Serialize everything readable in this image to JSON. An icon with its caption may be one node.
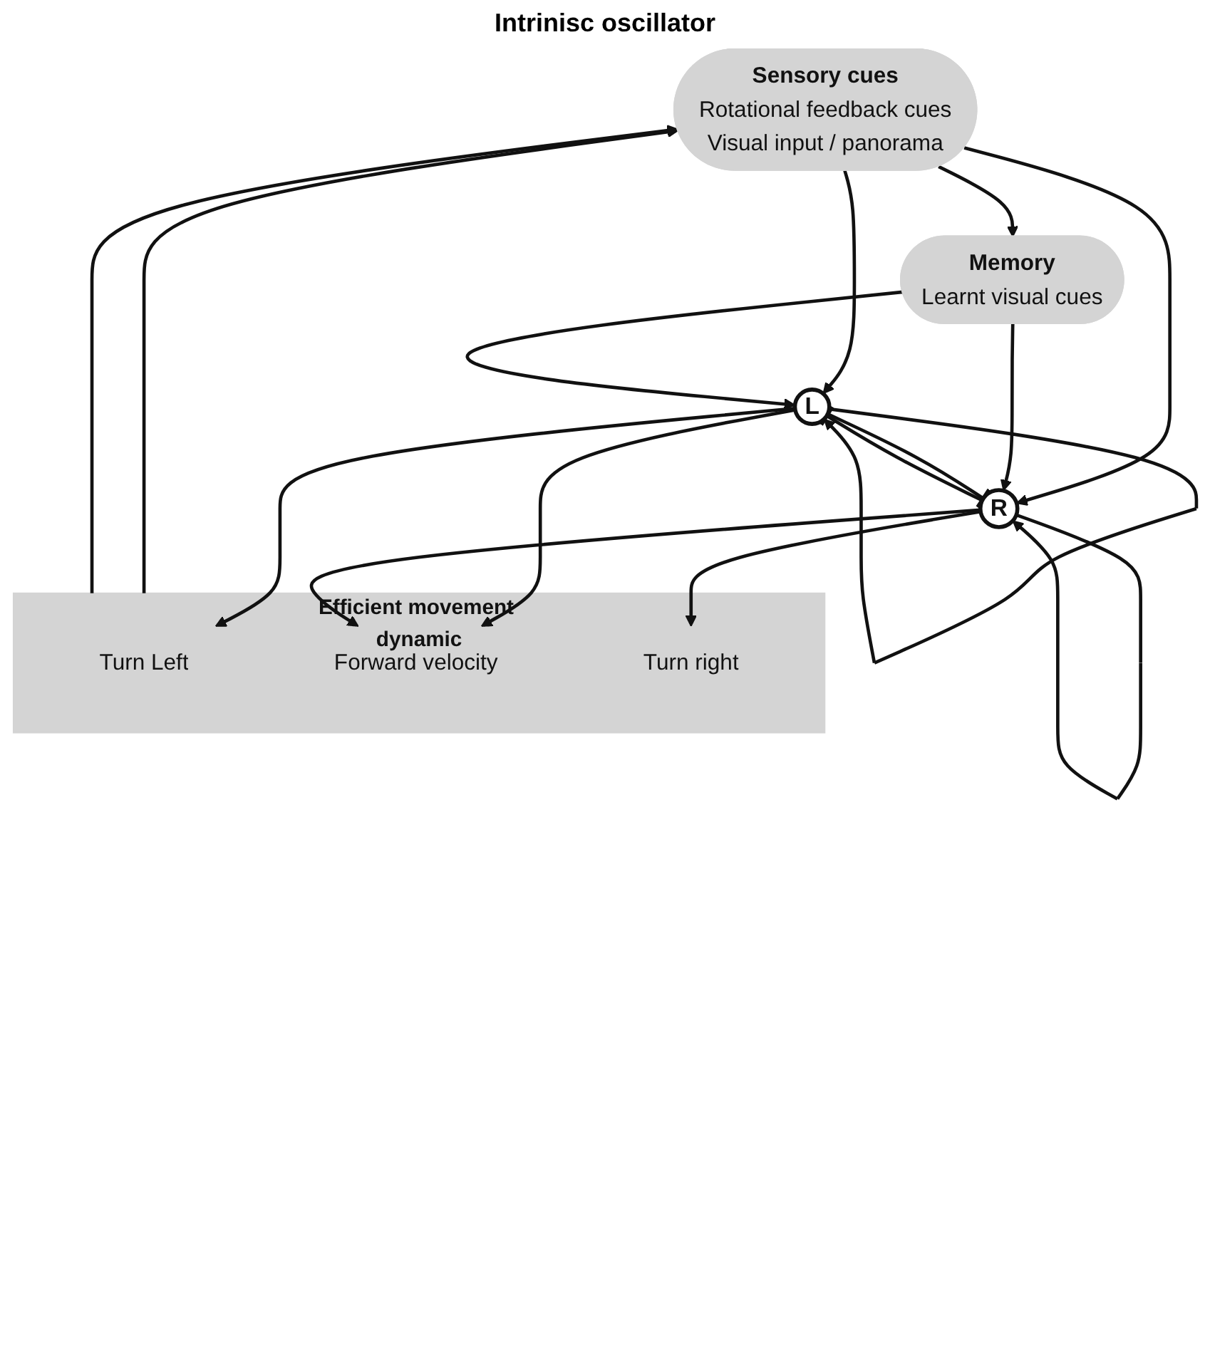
{
  "diagram": {
    "nodes": [
      {
        "text": [
          "Sensory cues",
          "Rotational feedback cues",
          "Visual input / panorama"
        ]
      },
      {
        "text": [
          "Memory",
          "Learnt visual cues"
        ]
      },
      {
        "text": [
          "L"
        ]
      },
      {
        "text": [
          "R"
        ]
      },
      {
        "text": [
          "Efficient movement dynamic"
        ]
      },
      {
        "text": [
          "Turn Left"
        ],
        "in": 4
      },
      {
        "text": [
          "Forward velocity"
        ],
        "in": 4
      },
      {
        "text": [
          "Turn right"
        ],
        "in": 4
      }
    ],
    "edges": [
      {
        "from": 0,
        "to": 1,
        "arrow": "to"
      },
      {
        "from": 0,
        "to": 2,
        "arrow": "to"
      },
      {
        "from": 0,
        "to": 3,
        "arrow": "to"
      },
      {
        "from": 1,
        "to": 2,
        "arrow": "to"
      },
      {
        "from": 1,
        "to": 3,
        "arrow": "to"
      },
      {
        "from": 2,
        "to": 3,
        "arrow": "other"
      },
      {
        "from": 3,
        "to": 2,
        "arrow": "other"
      },
      {
        "from": 2,
        "to": 2,
        "arrow": "to"
      },
      {
        "from": 3,
        "to": 3,
        "arrow": "to"
      },
      {
        "from": 2,
        "to": 5,
        "arrow": "to"
      },
      {
        "from": 2,
        "to": 6,
        "arrow": "to"
      },
      {
        "from": 3,
        "to": 6,
        "arrow": "to"
      },
      {
        "from": 3,
        "to": 7,
        "arrow": "to"
      },
      {
        "from": 4,
        "to": 0,
        "arrow": "to"
      },
      {
        "from": 4,
        "to": 0,
        "arrow": "to"
      }
    ],
    "labels": [
      "Intrinisc oscillator"
    ]
  }
}
